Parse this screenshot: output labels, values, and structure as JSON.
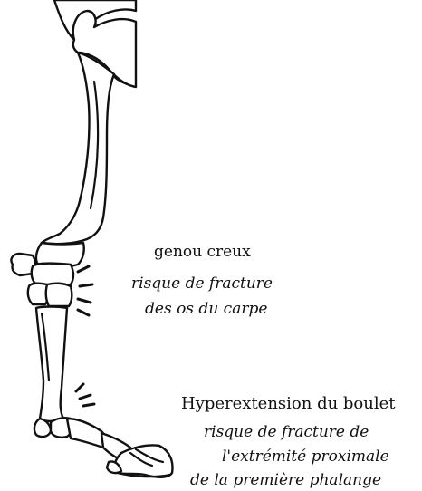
{
  "annotations": {
    "knee": {
      "title": "genou creux",
      "risk_line_1": "risque de fracture",
      "risk_line_2": "des os du carpe"
    },
    "fetlock": {
      "title": "Hyperextension du boulet",
      "risk_line_1": "risque de fracture de",
      "risk_line_2": "l'extrémité proximale",
      "risk_line_3": "de la première phalange"
    }
  },
  "colors": {
    "ink": "#111111",
    "background": "#ffffff"
  }
}
